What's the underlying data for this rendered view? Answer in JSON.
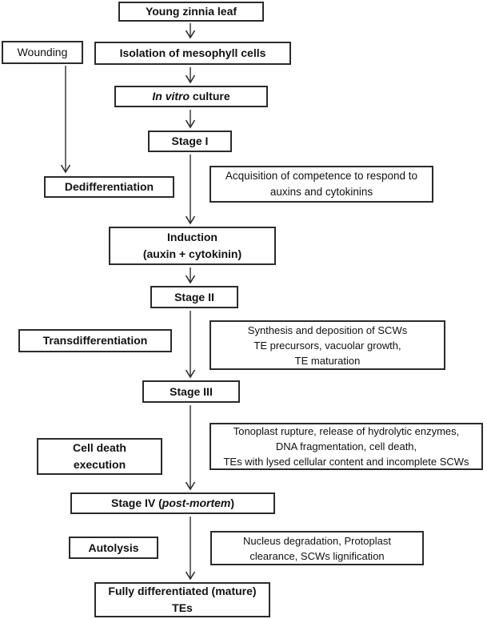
{
  "boxes": {
    "young_leaf": "Young zinnia leaf",
    "wounding": "Wounding",
    "isolation": "Isolation of mesophyll cells",
    "in_vitro": {
      "italic": "In vitro",
      "regular": " culture"
    },
    "stage1": "Stage I",
    "dedifferentiation": "Dedifferentiation",
    "acquisition_note": "Acquisition of competence to respond to\nauxins and cytokinins",
    "induction": "Induction\n(auxin + cytokinin)",
    "stage2": "Stage II",
    "transdifferentiation": "Transdifferentiation",
    "synthesis_note": "Synthesis and deposition of  SCWs\nTE precursors, vacuolar growth,\nTE maturation",
    "stage3": "Stage III",
    "cell_death": "Cell death\nexecution",
    "tonoplast_note": "Tonoplast rupture,  release of hydrolytic enzymes,\nDNA fragmentation,  cell death,\nTEs with  lysed cellular content and  incomplete SCWs",
    "stage4": {
      "pre": "Stage IV (",
      "italic": "post-mortem",
      "post": ")"
    },
    "autolysis": "Autolysis",
    "nucleus_note": "Nucleus degradation,  Protoplast\nclearance, SCWs lignification",
    "mature": "Fully differentiated (mature)\nTEs"
  },
  "colors": {
    "border": "#2b2b2b",
    "text": "#111111",
    "arrow": "#2e2e2e",
    "background": "#ffffff"
  }
}
